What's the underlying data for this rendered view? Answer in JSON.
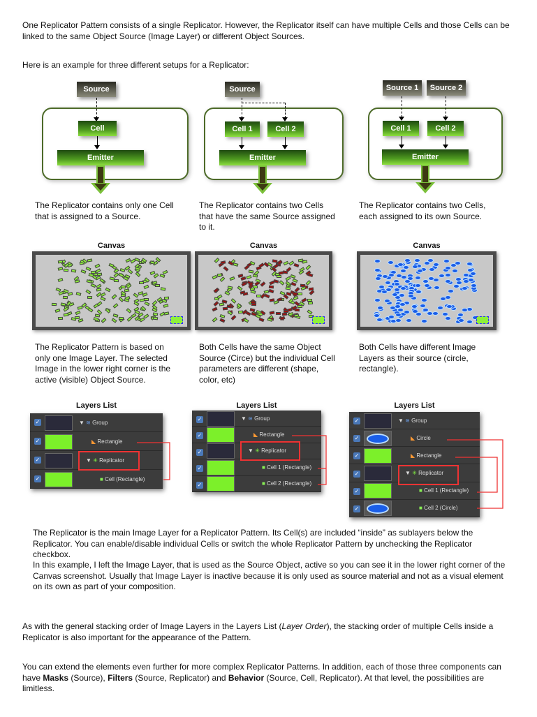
{
  "intro": "One Replicator Pattern consists of a single Replicator. However, the Replicator itself can have multiple Cells and those Cells can be linked to the same Object Source (Image Layer) or different Object Sources.",
  "example_intro": "Here is an example for three different setups for a Replicator:",
  "diagrams": [
    {
      "sources": [
        "Source"
      ],
      "cells": [
        "Cell"
      ],
      "emitter": "Emitter",
      "caption": "The Replicator contains only one Cell that is assigned to a Source."
    },
    {
      "sources": [
        "Source"
      ],
      "cells": [
        "Cell 1",
        "Cell 2"
      ],
      "emitter": "Emitter",
      "caption": "The Replicator contains two Cells that have the same Source assigned to it."
    },
    {
      "sources": [
        "Source 1",
        "Source 2"
      ],
      "cells": [
        "Cell 1",
        "Cell 2"
      ],
      "emitter": "Emitter",
      "caption": "The Replicator contains two Cells, each assigned to its own Source."
    }
  ],
  "canvases": [
    {
      "label": "Canvas",
      "caption": "The Replicator Pattern is based on only one Image Layer. The selected Image in the lower right corner is the active (visible) Object Source."
    },
    {
      "label": "Canvas",
      "caption": "Both Cells have the same Object Source (Circe) but the individual Cell parameters are different (shape, color, etc)"
    },
    {
      "label": "Canvas",
      "caption": "Both Cells have different Image Layers as their source (circle, rectangle)."
    }
  ],
  "layers": [
    {
      "label": "Layers List",
      "rows": [
        "Group",
        "Rectangle",
        "Replicator",
        "Cell (Rectangle)"
      ]
    },
    {
      "label": "Layers List",
      "rows": [
        "Group",
        "Rectangle",
        "Replicator",
        "Cell 1 (Rectangle)",
        "Cell 2 (Rectangle)"
      ]
    },
    {
      "label": "Layers List",
      "rows": [
        "Group",
        "Circle",
        "Rectangle",
        "Replicator",
        "Cell 1 (Rectangle)",
        "Cell 2 (Circle)"
      ]
    }
  ],
  "explain_1": "The Replicator is the main Image Layer for a Replicator Pattern. Its Cell(s) are included “inside” as sublayers below the Replicator. You can enable/disable individual Cells or switch the whole Replicator Pattern by unchecking the Replicator checkbox.",
  "explain_2": "In this example, I left the Image Layer, that is used as the Source Object, active so you can see it in the lower right corner of the Canvas screenshot. Usually that Image Layer is inactive because it is only used as source material and not as a visual element on its own as part of your composition.",
  "stacking": {
    "a": "As with the general stacking order of Image Layers in the Layers List (",
    "em": "Layer Order",
    "b": "), the stacking order of multiple Cells inside a Replicator is also important for the appearance of the Pattern."
  },
  "extend": {
    "a": "You can extend the elements even further for more complex Replicator Patterns. In addition, each of those three components can have ",
    "masks": "Masks",
    "b": " (Source), ",
    "filters": "Filters",
    "c": " (Source, Replicator) and ",
    "behavior": "Behavior",
    "d": " (Source, Cell, Replicator). At that level, the possibilities are limitless."
  }
}
